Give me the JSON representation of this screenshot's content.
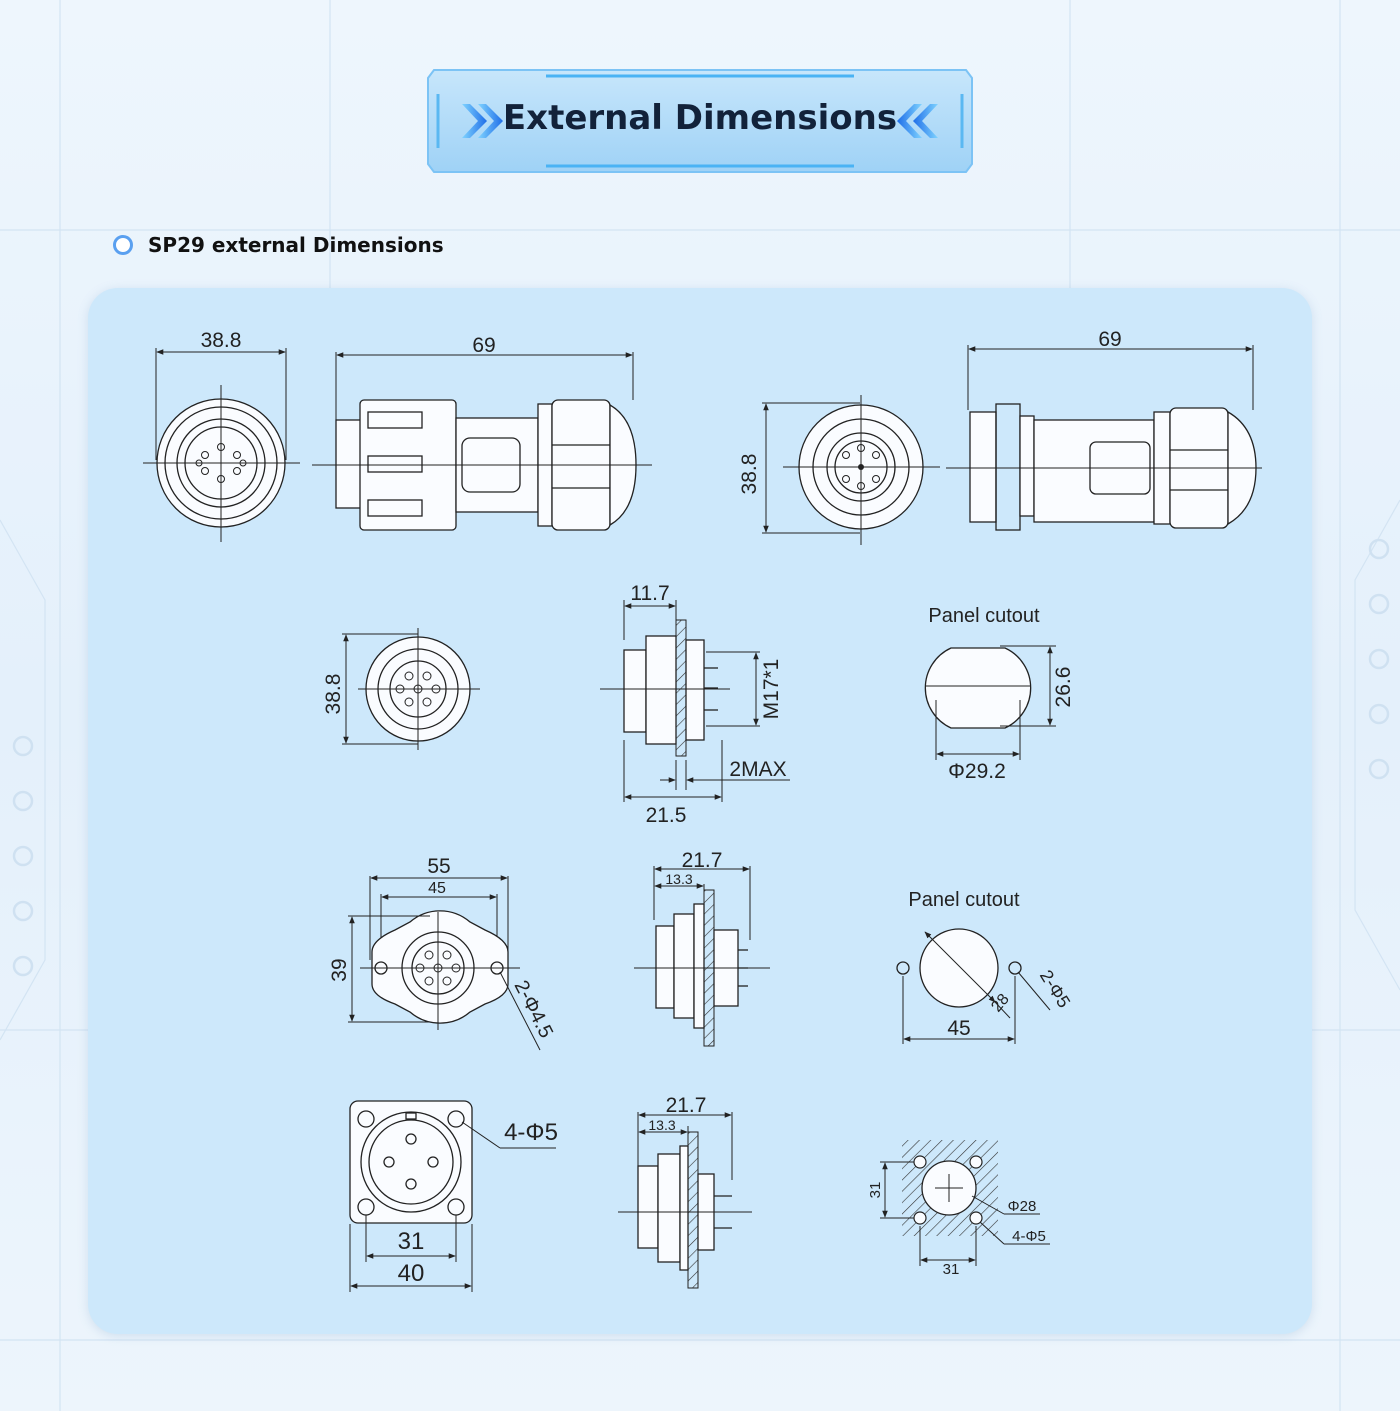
{
  "header": {
    "title": "External Dimensions"
  },
  "section": {
    "title": "SP29 external Dimensions"
  },
  "labels": {
    "plug_width": "38.8",
    "plug_length": "69",
    "cable_length": "69",
    "cable_height": "38.8",
    "rear_height": "38.8",
    "rear_depth": "11.7",
    "rear_thread": "M17*1",
    "rear_panel_max": "2MAX",
    "rear_total": "21.5",
    "cutout_title_1": "Panel cutout",
    "cutout1_height": "26.6",
    "cutout1_diameter": "Φ29.2",
    "flange_width_outer": "55",
    "flange_width_inner": "45",
    "flange_height": "39",
    "flange_holes": "2-Φ4.5",
    "flange_side_total": "21.7",
    "flange_side_depth": "13.3",
    "cutout_title_2": "Panel cutout",
    "cutout2_diameter": "28",
    "cutout2_spacing": "45",
    "cutout2_holes": "2-Φ5",
    "square_holes": "4-Φ5",
    "square_inner": "31",
    "square_outer": "40",
    "square_side_total": "21.7",
    "square_side_depth": "13.3",
    "cutout3_height": "31",
    "cutout3_diameter": "Φ28",
    "cutout3_holes": "4-Φ5",
    "cutout3_width": "31"
  }
}
